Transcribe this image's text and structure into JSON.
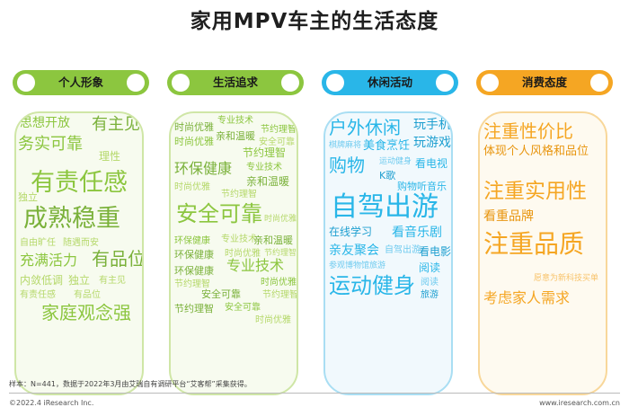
{
  "title": "家用MPV车主的生活态度",
  "colors": {
    "green_dark": "#8cc63f",
    "green_light": "#b5d86a",
    "blue": "#29b6e8",
    "orange": "#f5a623"
  },
  "columns": [
    {
      "header": "个人形象",
      "words": [
        "思想开放",
        "有主见",
        "务实可靠",
        "理性",
        "有责任感",
        "独立",
        "成熟稳重",
        "自由旷任",
        "随遇而安",
        "充满活力",
        "有品位",
        "内敛低调",
        "独立",
        "有主见",
        "有责任感",
        "有品位",
        "家庭观念强"
      ]
    },
    {
      "header": "生活追求",
      "words": [
        "专业技术",
        "时尚优雅",
        "节约理智",
        "亲和温暖",
        "时尚优雅",
        "安全可靠",
        "节约理智",
        "环保健康",
        "专业技术",
        "亲和温暖",
        "时尚优雅",
        "节约理智",
        "安全可靠",
        "时尚优雅",
        "环保健康",
        "专业技术",
        "亲和温暖",
        "环保健康",
        "时尚优雅",
        "节约理智",
        "专业技术",
        "环保健康",
        "节约理智",
        "时尚优雅",
        "安全可靠",
        "节约理智",
        "节约理智",
        "安全可靠",
        "时尚优雅"
      ]
    },
    {
      "header": "休闲活动",
      "words": [
        "户外休闲",
        "玩手机",
        "棋牌麻将",
        "美食烹饪",
        "玩游戏",
        "购物",
        "运动健身",
        "看电视",
        "K歌",
        "购物听音乐",
        "自驾出游",
        "在线学习",
        "看音乐剧",
        "亲友聚会",
        "自驾出游",
        "看电影",
        "参观博物馆旅游",
        "阅读",
        "运动健身",
        "阅读",
        "旅游"
      ]
    },
    {
      "header": "消费态度",
      "words": [
        "注重性价比",
        "体现个人风格和品位",
        "注重实用性",
        "看重品牌",
        "注重品质",
        "考虑家人需求",
        "愿意为新科技买单"
      ]
    }
  ],
  "note": "样本：N=441，数据于2022年3月由艾瑞自有调研平台“艾客帮”采集获得。",
  "footer_left": "©2022.4 iResearch Inc.",
  "footer_right": "www.iresearch.com.cn"
}
